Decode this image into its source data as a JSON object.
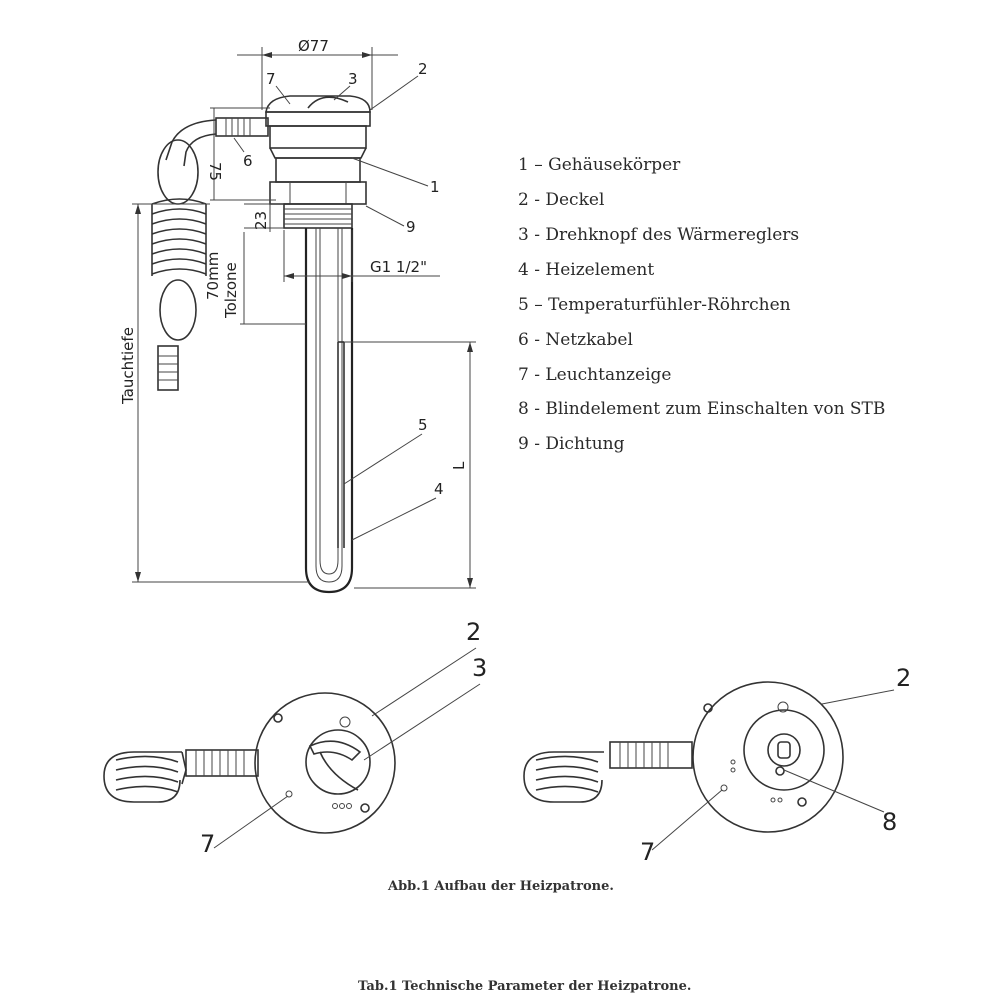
{
  "legend": [
    "1 – Gehäusekörper",
    "2 - Deckel",
    "3 - Drehknopf des Wärmereglers",
    "4 - Heizelement",
    "5 – Temperaturfühler-Röhrchen",
    "6 - Netzkabel",
    "7 - Leuchtanzeige",
    "8 - Blindelement zum Einschalten von STB",
    "9 - Dichtung"
  ],
  "side_view": {
    "diameter": "Ø77",
    "dim_75": "75",
    "dim_23": "23",
    "thread": "G1 1/2\"",
    "cold_zone_mm": "70mm",
    "cold_zone_label": "Tolzone",
    "depth_label": "Tauchtiefe",
    "length_label": "L",
    "callouts": {
      "c1": "1",
      "c2": "2",
      "c3": "3",
      "c4": "4",
      "c5": "5",
      "c6": "6",
      "c7": "7",
      "c9": "9"
    }
  },
  "front_view": {
    "callouts": {
      "c2": "2",
      "c3": "3",
      "c7": "7"
    }
  },
  "back_view": {
    "callouts": {
      "c2": "2",
      "c7": "7",
      "c8": "8"
    }
  },
  "figure_caption": "Abb.1 Aufbau der Heizpatrone.",
  "table_caption": "Tab.1 Technische Parameter der Heizpatrone."
}
